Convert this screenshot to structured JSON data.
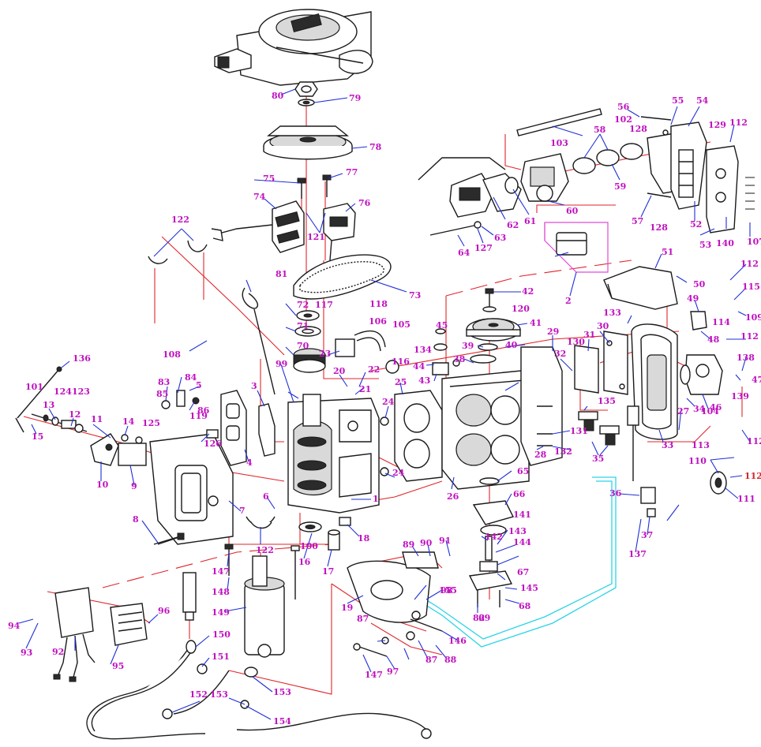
{
  "diagram": {
    "colors": {
      "callout": "#c012c0",
      "callout_alt": "#d4262a",
      "leader": "#1f2fd6",
      "center_line": "#e0262a",
      "guide_pink": "#e04bd6",
      "guide_cyan": "#2ad4e6",
      "part_stroke": "#1a1a1a"
    },
    "callouts": [
      "1",
      "2",
      "3",
      "4",
      "5",
      "6",
      "7",
      "8",
      "9",
      "10",
      "11",
      "12",
      "13",
      "14",
      "15",
      "16",
      "17",
      "18",
      "19",
      "20",
      "21",
      "22",
      "23",
      "24",
      "24",
      "25",
      "26",
      "27",
      "28",
      "29",
      "30",
      "31",
      "32",
      "33",
      "34",
      "35",
      "36",
      "37",
      "38",
      "39",
      "40",
      "41",
      "42",
      "43",
      "44",
      "45",
      "46",
      "47",
      "48",
      "49",
      "50",
      "51",
      "52",
      "53",
      "54",
      "55",
      "56",
      "57",
      "58",
      "59",
      "60",
      "61",
      "62",
      "63",
      "64",
      "65",
      "66",
      "67",
      "68",
      "69",
      "70",
      "71",
      "72",
      "73",
      "74",
      "75",
      "76",
      "77",
      "78",
      "79",
      "80",
      "81",
      "82",
      "83",
      "84",
      "85",
      "86",
      "87",
      "87",
      "88",
      "89",
      "90",
      "91",
      "92",
      "93",
      "94",
      "95",
      "96",
      "97",
      "98",
      "99",
      "100",
      "101",
      "102",
      "103",
      "104",
      "105",
      "106",
      "107",
      "108",
      "109",
      "110",
      "111",
      "112",
      "112",
      "112",
      "112",
      "112",
      "113",
      "114",
      "115",
      "116",
      "117",
      "118",
      "119",
      "120",
      "121",
      "122",
      "122",
      "123",
      "124",
      "125",
      "126",
      "127",
      "128",
      "128",
      "129",
      "130",
      "131",
      "132",
      "133",
      "134",
      "135",
      "136",
      "137",
      "138",
      "139",
      "140",
      "141",
      "142",
      "143",
      "144",
      "145",
      "146",
      "147",
      "147",
      "148",
      "149",
      "150",
      "151",
      "152",
      "153",
      "153",
      "154",
      "155",
      "98"
    ]
  }
}
